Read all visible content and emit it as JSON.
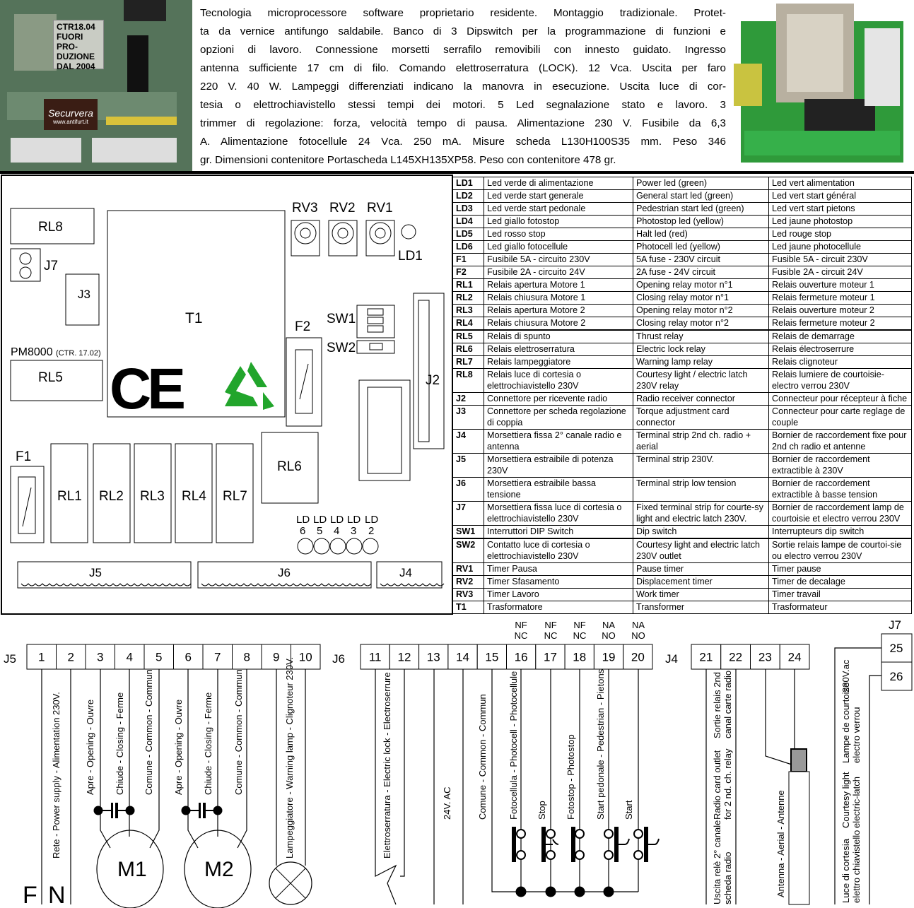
{
  "photo_left": {
    "label_lines": [
      "CTR18.04",
      "FUORI PRO-",
      "DUZIONE",
      "DAL 2004"
    ],
    "logo_text": "Securvera",
    "logo_url_text": "www.antifurt.it"
  },
  "intro_lines": [
    "Tecnologia microprocessore software proprietario residente. Montaggio tradizionale. Protet-",
    "ta da vernice antifungo saldabile. Banco di 3 Dipswitch per la programmazione di funzioni e",
    "opzioni di lavoro. Connessione morsetti serrafilo removibili con innesto guidato. Ingresso",
    "antenna sufficiente 17 cm di filo. Comando elettroserratura (LOCK). 12 Vca. Uscita per faro",
    "220 V. 40 W. Lampeggi differenziati indicano la manovra in esecuzione. Uscita luce di cor-",
    "tesia o elettrochiavistello stessi tempi dei motori. 5 Led segnalazione stato e lavoro. 3",
    "trimmer di regolazione: forza, velocità tempo di pausa. Alimentazione 230 V. Fusibile da 6,3",
    "A. Alimentazione fotocellule 24 Vca. 250 mA. Misure scheda L130H100S35 mm. Peso  346",
    "gr. Dimensioni contenitore Portascheda L145XH135XP58. Peso con contenitore 478 gr."
  ],
  "board": {
    "rl8": "RL8",
    "j7": "J7",
    "j3": "J3",
    "t1": "T1",
    "rv3": "RV3",
    "rv2": "RV2",
    "rv1": "RV1",
    "ld1": "LD1",
    "f2": "F2",
    "sw1": "SW1",
    "sw2": "SW2",
    "pm8000": "PM8000",
    "pm8000_note": "(CTR. 17.02)",
    "rl5": "RL5",
    "j2": "J2",
    "f1": "F1",
    "rl1": "RL1",
    "rl2": "RL2",
    "rl3": "RL3",
    "rl4": "RL4",
    "rl7": "RL7",
    "rl6": "RL6",
    "ld_prefix": "LD",
    "ld_numbers": [
      "6",
      "5",
      "4",
      "3",
      "2"
    ],
    "j5": "J5",
    "j6": "J6",
    "j4": "J4",
    "ce_mark": "CE"
  },
  "legend": [
    {
      "code": "LD1",
      "it": "Led verde di alimentazione",
      "en": "Power  led (green)",
      "fr": "Led vert alimentation"
    },
    {
      "code": "LD2",
      "it": "Led verde start generale",
      "en": "General start led (green)",
      "fr": "Led vert start général"
    },
    {
      "code": "LD3",
      "it": "Led verde start pedonale",
      "en": "Pedestrian start led (green)",
      "fr": "Led vert start pietons"
    },
    {
      "code": "LD4",
      "it": "Led giallo fotostop",
      "en": "Photostop led (yellow)",
      "fr": "Led jaune photostop"
    },
    {
      "code": "LD5",
      "it": "Led rosso stop",
      "en": "Halt led (red)",
      "fr": "Led rouge stop"
    },
    {
      "code": "LD6",
      "it": "Led giallo fotocellule",
      "en": "Photocell led (yellow)",
      "fr": "Led jaune photocellule"
    },
    {
      "code": "F1",
      "it": "Fusibile 5A - circuito 230V",
      "en": "5A fuse - 230V circuit",
      "fr": "Fusible 5A - circuit 230V"
    },
    {
      "code": "F2",
      "it": "Fusibile 2A - circuito 24V",
      "en": "2A fuse - 24V circuit",
      "fr": "Fusible 2A - circuit 24V"
    },
    {
      "code": "RL1",
      "it": "Relais apertura Motore 1",
      "en": "Opening relay motor n°1",
      "fr": "Relais ouverture moteur 1"
    },
    {
      "code": "RL2",
      "it": "Relais chiusura Motore 1",
      "en": "Closing relay motor n°1",
      "fr": "Relais fermeture moteur 1"
    },
    {
      "code": "RL3",
      "it": "Relais apertura Motore 2",
      "en": "Opening relay motor n°2",
      "fr": "Relais ouverture moteur 2"
    },
    {
      "code": "RL4",
      "it": "Relais chiusura Motore 2",
      "en": "Closing relay motor n°2",
      "fr": "Relais fermeture moteur 2"
    },
    {
      "code": "RL5",
      "it": "Relais di spunto",
      "en": "Thrust relay",
      "fr": "Relais de demarrage",
      "thick": true
    },
    {
      "code": "RL6",
      "it": "Relais elettroserratura",
      "en": "Electric lock relay",
      "fr": "Relais électroserrure"
    },
    {
      "code": "RL7",
      "it": "Relais lampeggiatore",
      "en": "Warning lamp relay",
      "fr": "Relais clignoteur"
    },
    {
      "code": "RL8",
      "it": "Relais luce di cortesia o elettrochiavistello 230V",
      "en": "Courtesy light / electric latch 230V relay",
      "fr": "Relais lumiere de courtoisie- electro verrou 230V",
      "tall": true
    },
    {
      "code": "J2",
      "it": "Connettore per ricevente radio",
      "en": "Radio receiver connector",
      "fr": "Connecteur pour récepteur à fiche"
    },
    {
      "code": "J3",
      "it": "Connettore per scheda regolazione di coppia",
      "en": "Torque adjustment card connector",
      "fr": "Connecteur pour carte reglage de couple",
      "tall": true
    },
    {
      "code": "J4",
      "it": "Morsettiera fissa 2° canale radio e antenna",
      "en": "Terminal strip 2nd ch. radio + aerial",
      "fr": "Bornier de raccordement fixe pour 2nd ch radio et antenne",
      "tall": true
    },
    {
      "code": "J5",
      "it": "Morsettiera estraibile di potenza 230V",
      "en": "Terminal strip 230V.",
      "fr": "Bornier de raccordement extractible à 230V",
      "tall": true
    },
    {
      "code": "J6",
      "it": "Morsettiera estraibile bassa tensione",
      "en": "Terminal strip low tension",
      "fr": "Bornier de raccordement extractible à basse tension",
      "tall": true
    },
    {
      "code": "J7",
      "it": "Morsettiera fissa luce di cortesia o elettrochiavistello 230V",
      "en": "Fixed terminal strip for courte-sy light and electric latch 230V.",
      "fr": "Bornier de raccordement lamp de courtoisie et electro verrou 230V",
      "tall": true
    },
    {
      "code": "SW1",
      "it": "Interruttori DIP Switch",
      "en": "Dip switch",
      "fr": "Interrupteurs dip switch"
    },
    {
      "code": "SW2",
      "it": "Contatto luce di cortesia o elettrochiavistello 230V",
      "en": "Courtesy light and electric latch 230V outlet",
      "fr": "Sortie relais lampe de courtoi-sie ou electro verrou 230V",
      "tall": true,
      "thick": true
    },
    {
      "code": "RV1",
      "it": "Timer Pausa",
      "en": "Pause timer",
      "fr": "Timer pause"
    },
    {
      "code": "RV2",
      "it": "Timer Sfasamento",
      "en": "Displacement timer",
      "fr": "Timer de decalage"
    },
    {
      "code": "RV3",
      "it": "Timer Lavoro",
      "en": "Work timer",
      "fr": "Timer travail"
    },
    {
      "code": "T1",
      "it": "Trasformatore",
      "en": "Transformer",
      "fr": "Trasformateur"
    }
  ],
  "wiring": {
    "j5_label": "J5",
    "j6_label": "J6",
    "j4_label": "J4",
    "j7_label": "J7",
    "j5_terminals": [
      "1",
      "2",
      "3",
      "4",
      "5",
      "6",
      "7",
      "8",
      "9",
      "10"
    ],
    "j6_terminals": [
      "11",
      "12",
      "13",
      "14",
      "15",
      "16",
      "17",
      "18",
      "19",
      "20"
    ],
    "j4_terminals": [
      "21",
      "22",
      "23",
      "24"
    ],
    "j7_terminals": [
      "25",
      "26"
    ],
    "contact_types": [
      [
        "NF",
        "NC"
      ],
      [
        "NF",
        "NC"
      ],
      [
        "NF",
        "NC"
      ],
      [
        "NA",
        "NO"
      ],
      [
        "NA",
        "NO"
      ]
    ],
    "phase": "F",
    "neutral": "N",
    "motor1": "M1",
    "motor2": "M2",
    "labels": {
      "power": "Rete - Power supply - Alimentation 230V.",
      "open1": "Apre - Opening - Ouvre",
      "close1": "Chiude - Closing - Ferme",
      "common1": "Comune - Common - Commun",
      "open2": "Apre - Opening - Ouvre",
      "close2": "Chiude - Closing - Ferme",
      "common2": "Comune - Common - Commun",
      "lamp": "Lampeggiatore - Warning lamp - Clignoteur 230V.",
      "lock": "Elettroserratura - Electric lock - Electroserrure",
      "ac24": "24V. AC",
      "common": "Comune - Common - Commun",
      "photocell": "Fotocellula - Photocell - Photocellule",
      "stop": "Stop",
      "photostop": "Fotostop - Photostop",
      "pedestrian": "Start pedonale - Pedestrian - Pietons",
      "start": "Start",
      "radio_fr": [
        "Sortie relais 2nd",
        "canal carte radio"
      ],
      "radio_en": [
        "Radio card outlet",
        "for 2 nd. ch. relay"
      ],
      "radio_it": [
        "Uscita relè 2° canale",
        "scheda radio"
      ],
      "antenna": "Antenna - Aerial - Antenne",
      "j7_voltage": "230V.ac",
      "j7_fr": [
        "Lampe de courtoise",
        "electro verrou"
      ],
      "j7_en": [
        "Courtesy light",
        "electric-latch"
      ],
      "j7_it": [
        "Luce di cortesia",
        "elettro chiavistello"
      ]
    }
  }
}
